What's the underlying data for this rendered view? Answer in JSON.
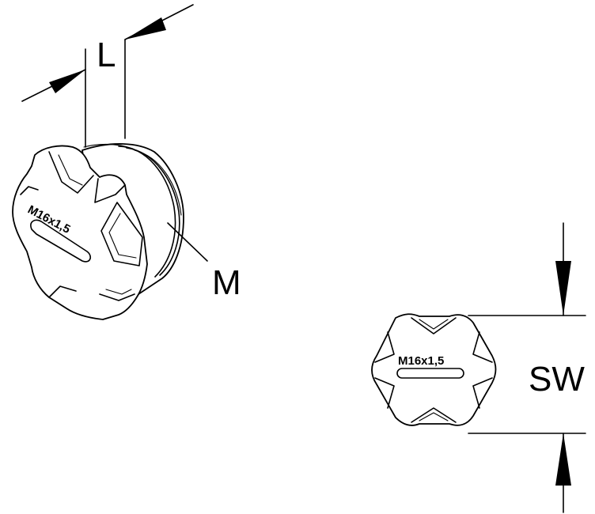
{
  "drawing": {
    "dimension_length": "L",
    "dimension_thread": "M",
    "dimension_width_across_flats": "SW",
    "marking_side_view": "M16x1,5",
    "marking_front_view": "M16x1,5"
  }
}
